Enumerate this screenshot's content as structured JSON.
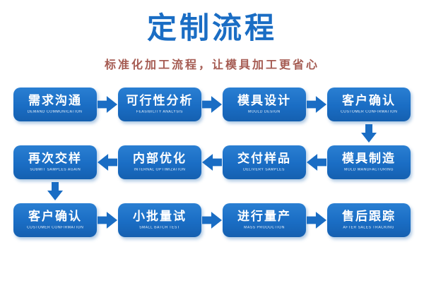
{
  "header": {
    "title": "定制流程",
    "subtitle": "标准化加工流程，让模具加工更省心"
  },
  "colors": {
    "primary": "#1a6dc4",
    "subtitle": "#a55b52",
    "box_text": "#ffffff"
  },
  "flow": {
    "steps": [
      {
        "label": "需求沟通",
        "sublabel": "DEMAND COMMUNICATION"
      },
      {
        "label": "可行性分析",
        "sublabel": "FEASIBILITY ANALYSIS"
      },
      {
        "label": "模具设计",
        "sublabel": "MOULD DESIGN"
      },
      {
        "label": "客户确认",
        "sublabel": "CUSTOMER CONFIRMATION"
      },
      {
        "label": "模具制造",
        "sublabel": "MOLD MANUFACTURING"
      },
      {
        "label": "交付样品",
        "sublabel": "DELIVERY SAMPLES"
      },
      {
        "label": "内部优化",
        "sublabel": "INTERNAL OPTIMIZATION"
      },
      {
        "label": "再次交样",
        "sublabel": "SUBMIT SAMPLES AGAIN"
      },
      {
        "label": "客户确认",
        "sublabel": "CUSTOMER CONFIRMATION"
      },
      {
        "label": "小批量试",
        "sublabel": "SMALL BATCH TEST"
      },
      {
        "label": "进行量产",
        "sublabel": "MASS PRODUCTION"
      },
      {
        "label": "售后跟踪",
        "sublabel": "AFTER SALES TRACKING"
      }
    ]
  }
}
